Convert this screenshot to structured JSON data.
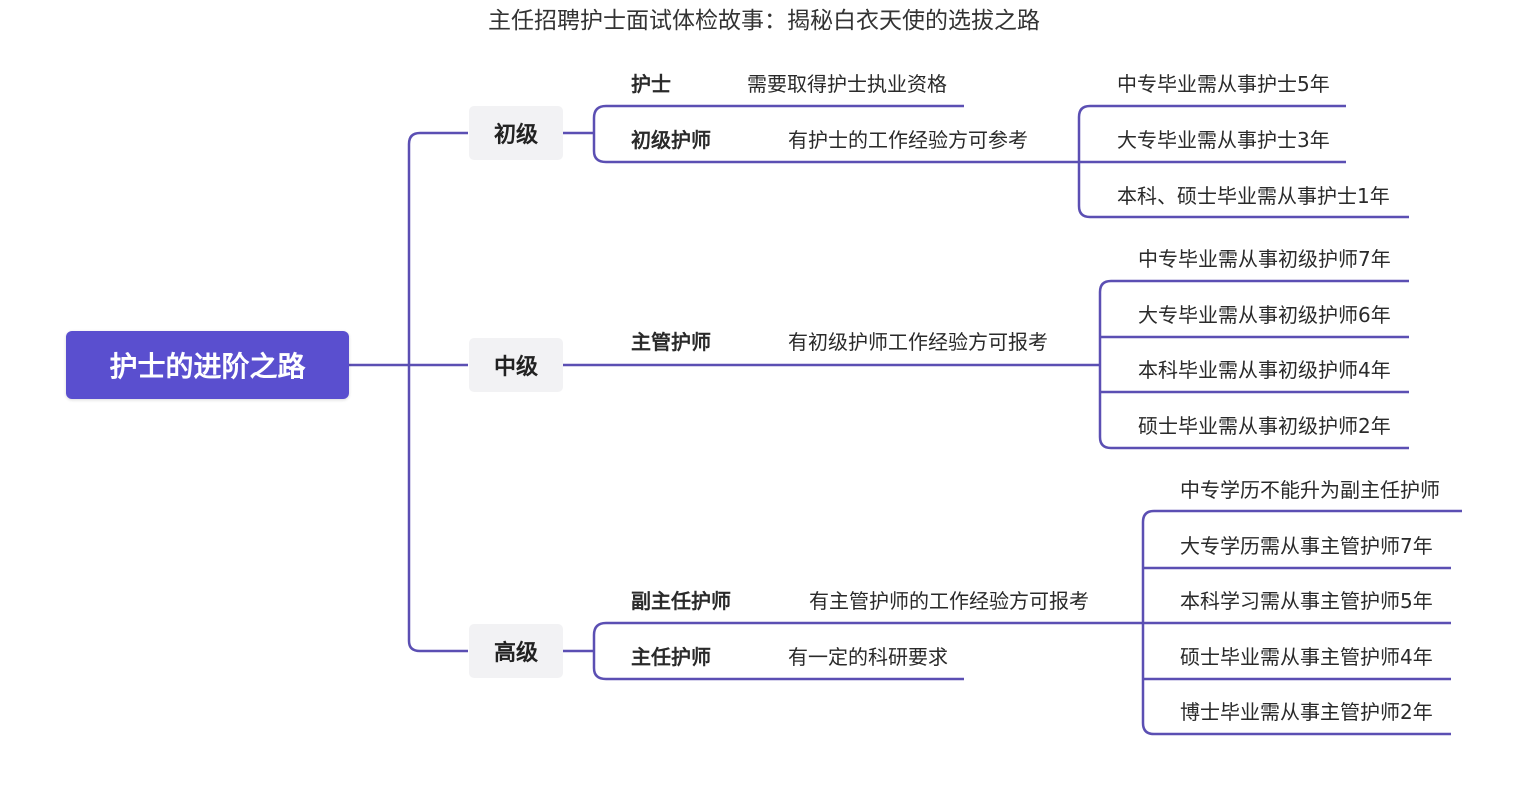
{
  "title": "主任招聘护士面试体检故事：揭秘白衣天使的选拔之路",
  "colors": {
    "accent": "#5a4fcf",
    "line": "#5b4fb3",
    "level_bg": "#f2f2f4"
  },
  "root": "护士的进阶之路",
  "levels": [
    {
      "label": "初级",
      "roles": [
        {
          "name": "护士",
          "requirement": "需要取得护士执业资格"
        },
        {
          "name": "初级护师",
          "requirement": "有护士的工作经验方可参考",
          "details": [
            "中专毕业需从事护士5年",
            "大专毕业需从事护士3年",
            "本科、硕士毕业需从事护士1年"
          ]
        }
      ]
    },
    {
      "label": "中级",
      "roles": [
        {
          "name": "主管护师",
          "requirement": "有初级护师工作经验方可报考",
          "details": [
            "中专毕业需从事初级护师7年",
            "大专毕业需从事初级护师6年",
            "本科毕业需从事初级护师4年",
            "硕士毕业需从事初级护师2年"
          ]
        }
      ]
    },
    {
      "label": "高级",
      "roles": [
        {
          "name": "副主任护师",
          "requirement": "有主管护师的工作经验方可报考",
          "details": [
            "中专学历不能升为副主任护师",
            "大专学历需从事主管护师7年",
            "本科学习需从事主管护师5年",
            "硕士毕业需从事主管护师4年",
            "博士毕业需从事主管护师2年"
          ]
        },
        {
          "name": "主任护师",
          "requirement": "有一定的科研要求"
        }
      ]
    }
  ]
}
